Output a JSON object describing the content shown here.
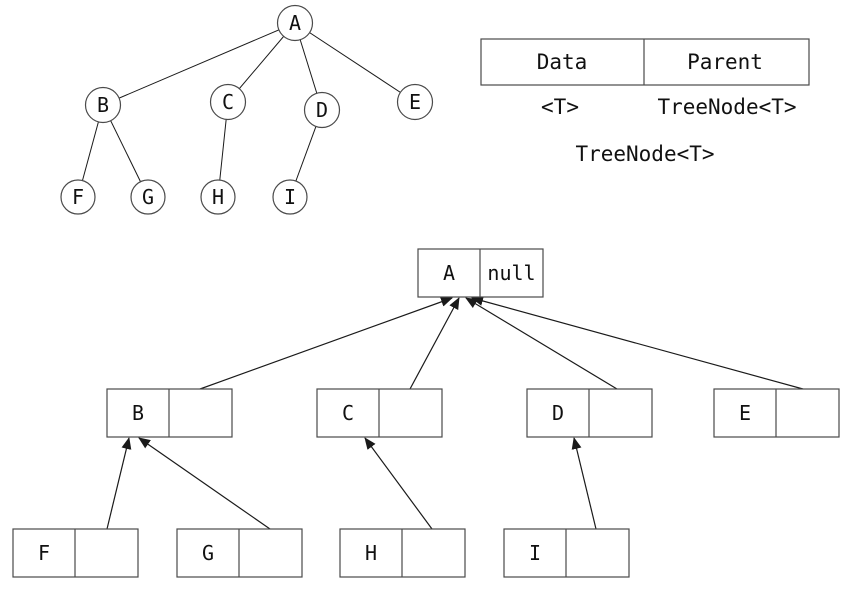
{
  "colors": {
    "ink": "#1a1a1a",
    "border": "#4a4a4a",
    "background": "#ffffff"
  },
  "tree": {
    "nodes": [
      "A",
      "B",
      "C",
      "D",
      "E",
      "F",
      "G",
      "H",
      "I"
    ],
    "edges": [
      "A-B",
      "A-C",
      "A-D",
      "A-E",
      "B-F",
      "B-G",
      "C-H",
      "D-I"
    ]
  },
  "struct_table": {
    "headers": [
      "Data",
      "Parent"
    ],
    "field_types": [
      "<T>",
      "TreeNode<T>"
    ],
    "class_name": "TreeNode<T>"
  },
  "records": [
    {
      "data": "A",
      "parent": "null"
    },
    {
      "data": "B",
      "parent": ""
    },
    {
      "data": "C",
      "parent": ""
    },
    {
      "data": "D",
      "parent": ""
    },
    {
      "data": "E",
      "parent": ""
    },
    {
      "data": "F",
      "parent": ""
    },
    {
      "data": "G",
      "parent": ""
    },
    {
      "data": "H",
      "parent": ""
    },
    {
      "data": "I",
      "parent": ""
    }
  ]
}
